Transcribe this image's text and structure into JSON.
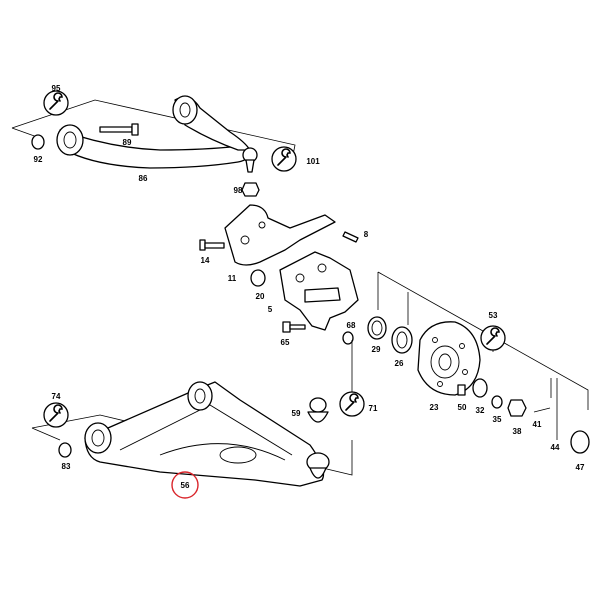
{
  "diagram": {
    "highlight_color": "#d9252b",
    "highlighted_part": "56",
    "labels": {
      "l95": "95",
      "l89": "89",
      "l92": "92",
      "l86": "86",
      "l101": "101",
      "l98": "98",
      "l8": "8",
      "l14": "14",
      "l11": "11",
      "l20": "20",
      "l5": "5",
      "l65": "65",
      "l68": "68",
      "l29": "29",
      "l26": "26",
      "l53": "53",
      "l23": "23",
      "l50": "50",
      "l32": "32",
      "l35": "35",
      "l38": "38",
      "l41": "41",
      "l44": "44",
      "l47": "47",
      "l71": "71",
      "l59": "59",
      "l74": "74",
      "l83": "83",
      "l56": "56"
    }
  }
}
